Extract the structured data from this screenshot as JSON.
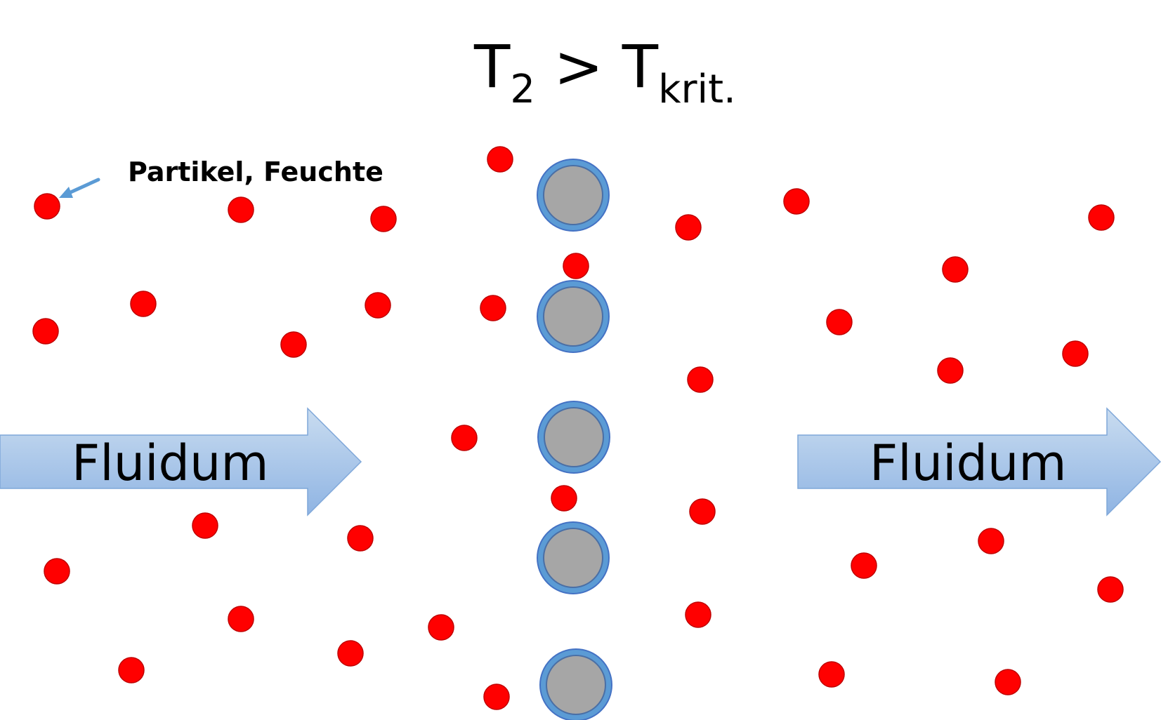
{
  "title": {
    "main": "T",
    "sub1": "2",
    "relation": " > ",
    "main2": "T",
    "sub2": "krit."
  },
  "annotation": {
    "label": "Partikel, Feuchte"
  },
  "flow": {
    "left_label": "Fluidum",
    "right_label": "Fluidum"
  },
  "colors": {
    "particle": "#ff0000",
    "particle_stroke": "#c00000",
    "fiber_fill": "#a6a6a6",
    "fiber_ring": "#5b9bd5",
    "fiber_stroke": "#4472c4",
    "arrow_fill_top": "#c9dcf0",
    "arrow_fill_bottom": "#8fb4e3",
    "annotation_arrow": "#5b9bd5"
  },
  "legend": {
    "particle_meaning": "Partikel, Feuchte",
    "icon": "arrow-pointer-icon"
  }
}
